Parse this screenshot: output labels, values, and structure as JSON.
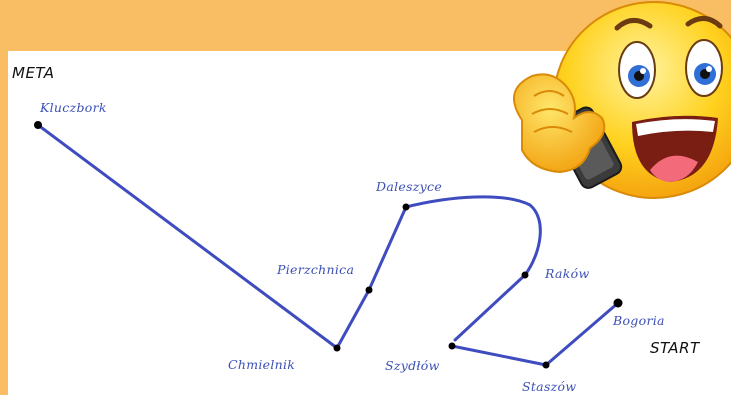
{
  "labels": {
    "meta": "META",
    "start": "START"
  },
  "towns": [
    {
      "id": "kluczbork",
      "name": "Kluczbork"
    },
    {
      "id": "chmielnik",
      "name": "Chmielnik"
    },
    {
      "id": "pierzchnica",
      "name": "Pierzchnica"
    },
    {
      "id": "daleszyce",
      "name": "Daleszyce"
    },
    {
      "id": "rakow",
      "name": "Raków"
    },
    {
      "id": "szydlow",
      "name": "Szydłów"
    },
    {
      "id": "staszow",
      "name": "Staszów"
    },
    {
      "id": "bogoria",
      "name": "Bogoria"
    }
  ],
  "colors": {
    "route": "#3f4cbf",
    "label": "#3c4fb5",
    "background": "#f9bd63",
    "point": "#000000"
  },
  "decoration": {
    "emoji": "smiling-face-with-phone"
  }
}
